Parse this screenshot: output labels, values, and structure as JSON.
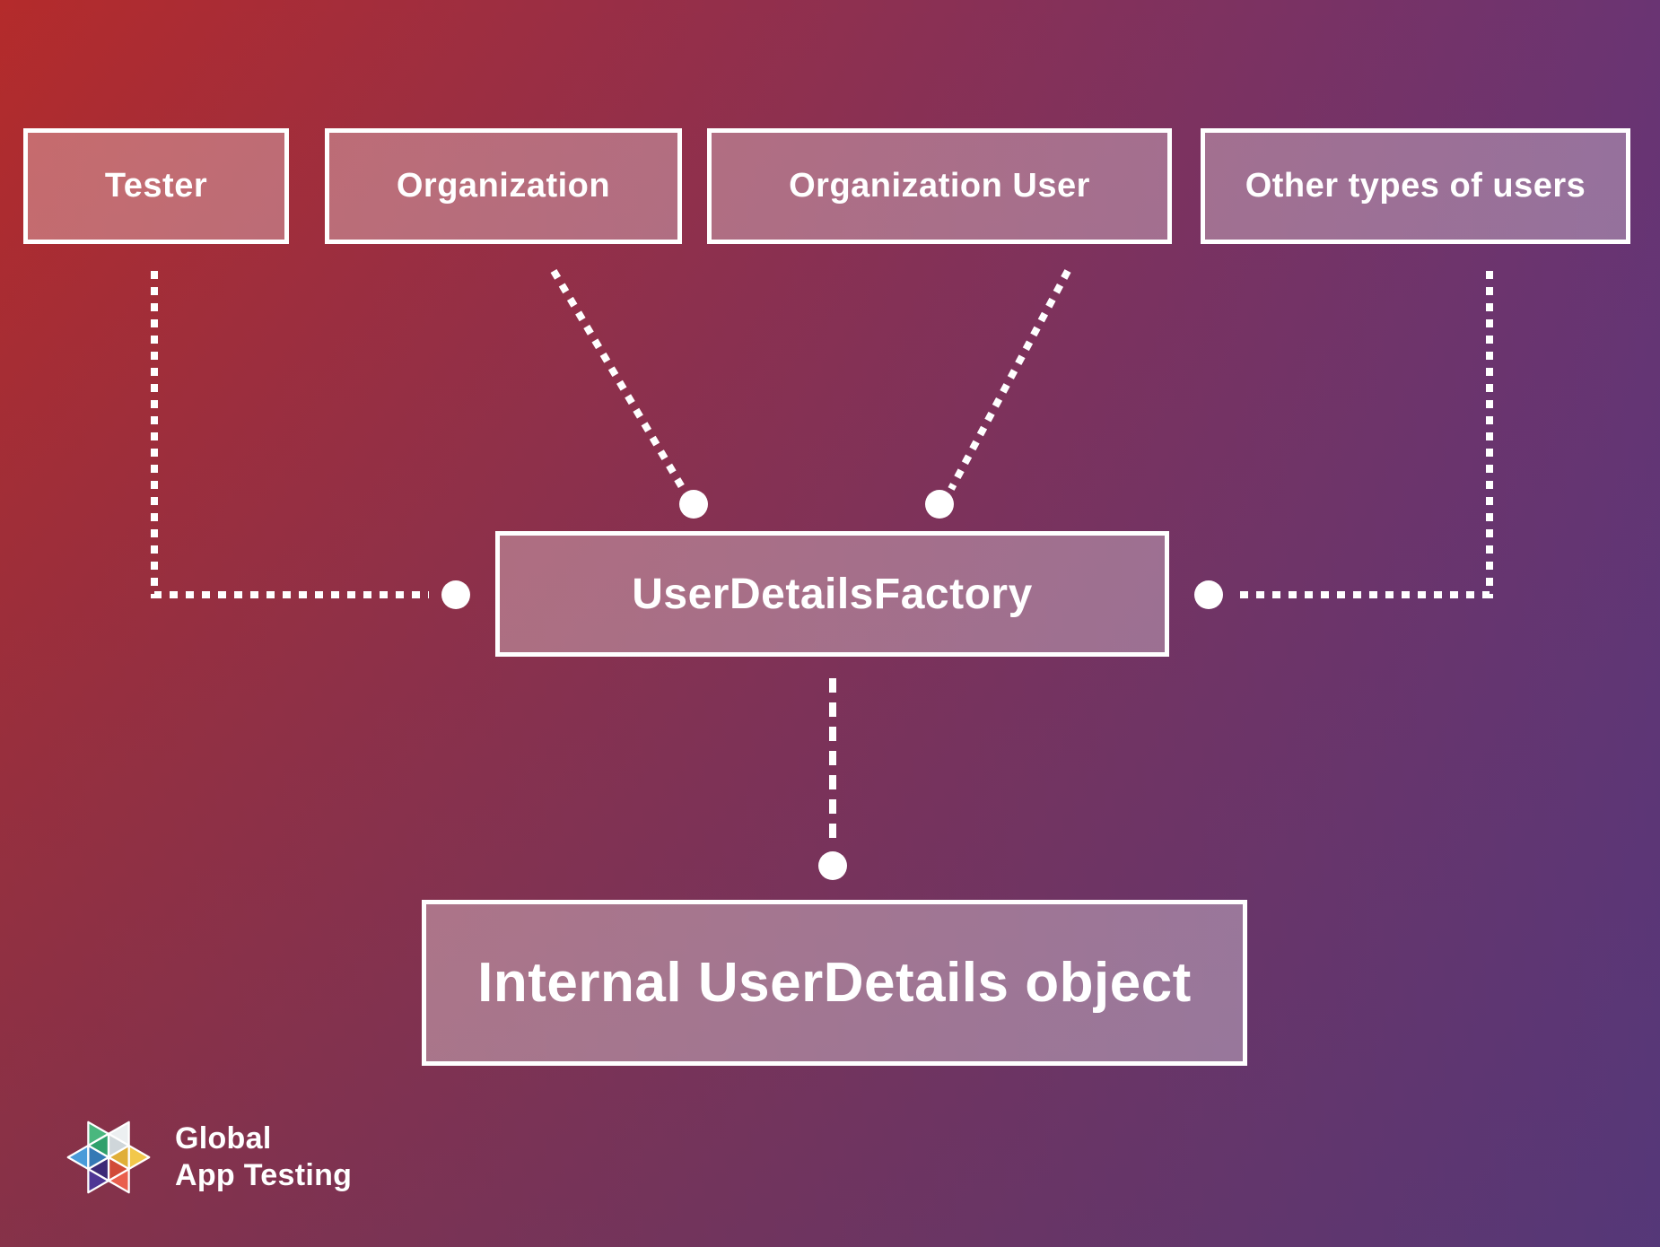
{
  "diagram": {
    "nodes": {
      "tester": {
        "label": "Tester"
      },
      "organization": {
        "label": "Organization"
      },
      "organization_user": {
        "label": "Organization User"
      },
      "other_users": {
        "label": "Other types of users"
      },
      "factory": {
        "label": "UserDetailsFactory"
      },
      "internal_object": {
        "label": "Internal UserDetails object"
      }
    },
    "connections": [
      {
        "from": "Tester",
        "to": "UserDetailsFactory",
        "style": "dotted-with-dot-endpoint"
      },
      {
        "from": "Organization",
        "to": "UserDetailsFactory",
        "style": "dotted-with-dot-endpoint"
      },
      {
        "from": "Organization User",
        "to": "UserDetailsFactory",
        "style": "dotted-with-dot-endpoint"
      },
      {
        "from": "Other types of users",
        "to": "UserDetailsFactory",
        "style": "dotted-with-dot-endpoint"
      },
      {
        "from": "UserDetailsFactory",
        "to": "Internal UserDetails object",
        "style": "dotted-with-dot-endpoint"
      }
    ]
  },
  "logo": {
    "line1": "Global",
    "line2": "App Testing",
    "icon": "hexagon-cube-icon"
  },
  "colors": {
    "background_top_left": "#b42b2b",
    "background_top_right": "#6a3473",
    "background_bottom_left": "#8e3352",
    "background_bottom_right": "#4c3a82",
    "node_fill": "rgba(255,255,255,0.30)",
    "node_border": "#ffffff",
    "connector": "#ffffff",
    "text": "#ffffff",
    "logo_green": "#49b77e",
    "logo_gray": "#eceff1",
    "logo_yellow": "#f2c84b",
    "logo_red": "#e95f4d",
    "logo_purple": "#4f3695",
    "logo_blue": "#4a9bd9"
  }
}
